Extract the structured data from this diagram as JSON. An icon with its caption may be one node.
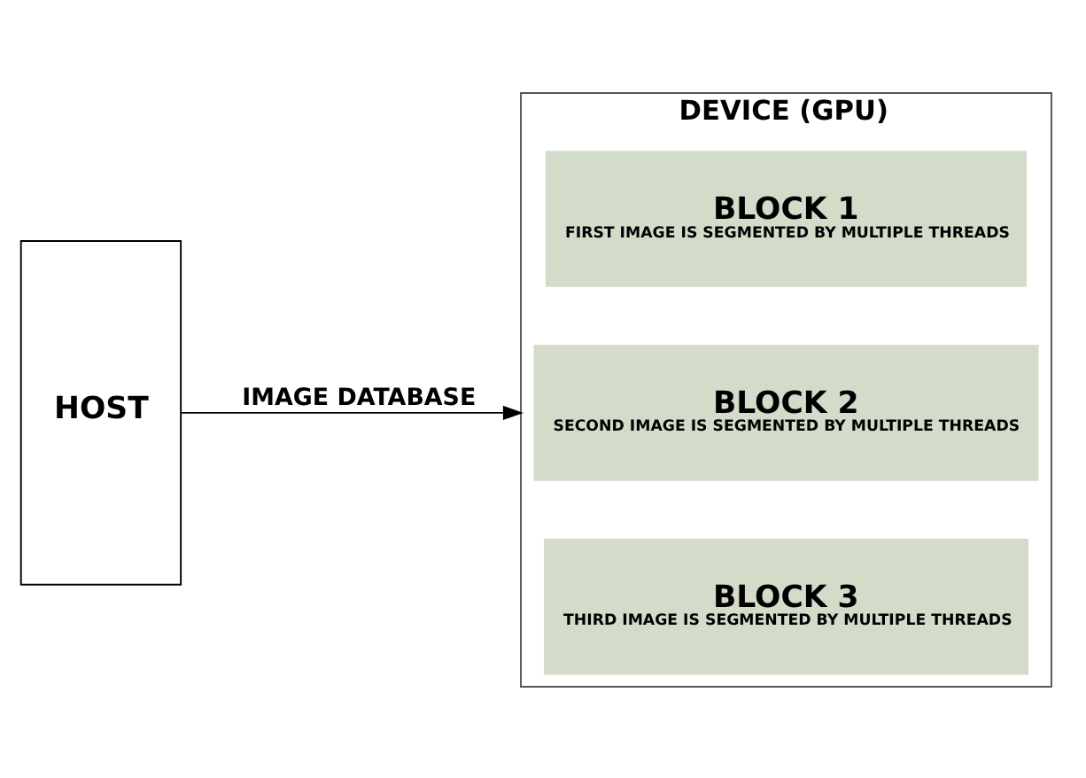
{
  "diagram": {
    "nodes": [
      {
        "text": [
          "HOST"
        ]
      },
      {
        "text": [
          "DEVICE (GPU)"
        ]
      },
      {
        "text": [
          "BLOCK 1",
          "FIRST IMAGE IS SEGMENTED BY MULTIPLE THREADS"
        ],
        "in": 1
      },
      {
        "text": [
          "BLOCK 2",
          "SECOND IMAGE IS SEGMENTED BY MULTIPLE THREADS"
        ],
        "in": 1
      },
      {
        "text": [
          "BLOCK 3",
          "THIRD IMAGE IS SEGMENTED BY MULTIPLE THREADS"
        ],
        "in": 1
      }
    ],
    "edges": [
      {
        "from": 0,
        "to": 1,
        "arrow": "to",
        "label": "IMAGE DATABASE"
      }
    ]
  }
}
